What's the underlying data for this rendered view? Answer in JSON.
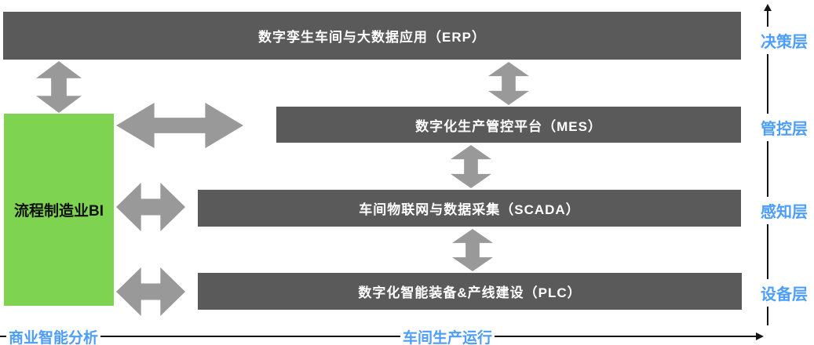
{
  "diagram": {
    "bars": [
      {
        "id": "erp",
        "label": "数字孪生车间与大数据应用（ERP）"
      },
      {
        "id": "mes",
        "label": "数字化生产管控平台（MES）"
      },
      {
        "id": "scada",
        "label": "车间物联网与数据采集（SCADA）"
      },
      {
        "id": "plc",
        "label": "数字化智能装备&产线建设（PLC）"
      }
    ],
    "bi_box": {
      "label": "流程制造业BI"
    },
    "layer_labels": [
      {
        "label": "决策层"
      },
      {
        "label": "管控层"
      },
      {
        "label": "感知层"
      },
      {
        "label": "设备层"
      }
    ],
    "bottom_labels": [
      {
        "label": "商业智能分析"
      },
      {
        "label": "车间生产运行"
      }
    ],
    "colors": {
      "bar_gray": "#5a5a5a",
      "arrow_gray": "#999999",
      "bi_green": "#7ed351",
      "label_blue": "#4d9dfa",
      "axis_black": "#161616"
    }
  }
}
